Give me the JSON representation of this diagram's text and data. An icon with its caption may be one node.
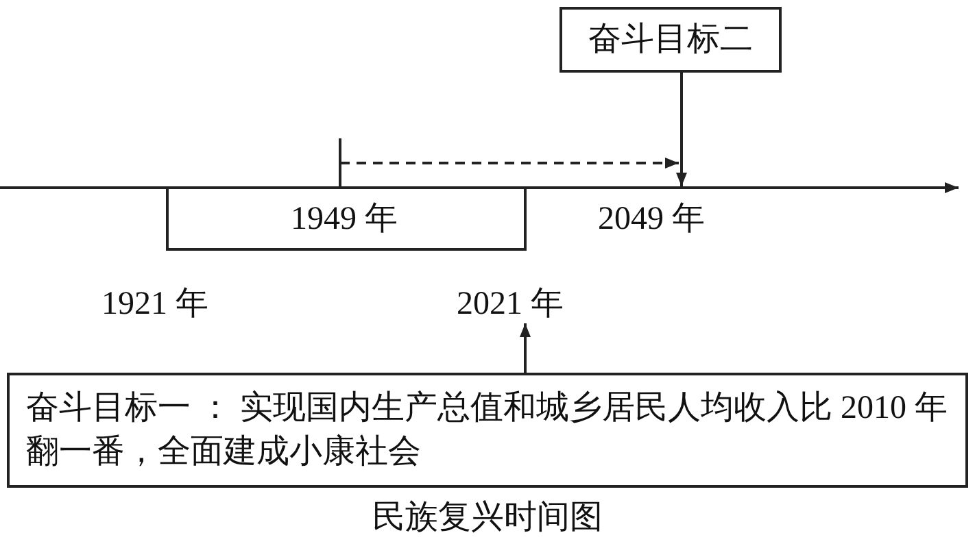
{
  "diagram": {
    "caption": "民族复兴时间图",
    "nodes": [
      {
        "text": [
          "奋斗目标二"
        ]
      },
      {
        "text": [
          "2049 年"
        ]
      },
      {
        "text": [
          "2021 年"
        ]
      },
      {
        "text": [
          "奋斗目标一 ： 实现国内生产总值和城乡居民人均收入比 2010 年翻一番，全面建成小康社会"
        ]
      }
    ],
    "edges": [
      {
        "from": 0,
        "to": 1,
        "arrow": "to"
      },
      {
        "from": 3,
        "to": 2,
        "arrow": "to"
      }
    ],
    "labels": [
      "1949 年",
      "1921 年"
    ]
  }
}
